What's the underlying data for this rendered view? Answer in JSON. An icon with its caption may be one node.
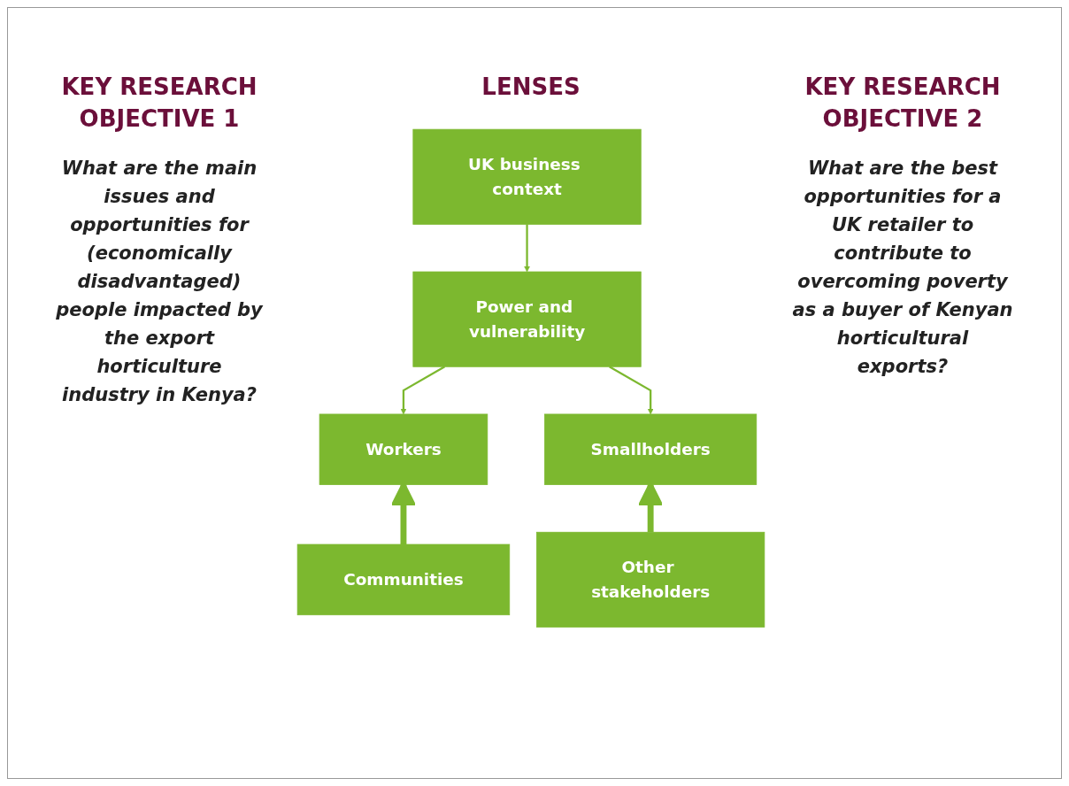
{
  "diagram": {
    "nodes": [
      {
        "text": [
          "UK business context"
        ]
      },
      {
        "text": [
          "Power and vulnerability"
        ]
      },
      {
        "text": [
          "Workers"
        ]
      },
      {
        "text": [
          "Smallholders"
        ]
      },
      {
        "text": [
          "Communities"
        ]
      },
      {
        "text": [
          "Other stakeholders"
        ]
      }
    ],
    "edges": [
      {
        "from": 0,
        "to": 1,
        "arrow": "to"
      },
      {
        "from": 1,
        "to": 2,
        "arrow": "to"
      },
      {
        "from": 1,
        "to": 3,
        "arrow": "to"
      },
      {
        "from": 4,
        "to": 2,
        "arrow": "to",
        "style": "thick"
      },
      {
        "from": 5,
        "to": 3,
        "arrow": "to",
        "style": "thick"
      }
    ],
    "labels": [
      "KEY RESEARCH OBJECTIVE 1",
      "What are the main issues and opportunities for (economically disadvantaged) people impacted by the export horticulture industry in Kenya?",
      "LENSES",
      "KEY RESEARCH OBJECTIVE 2",
      "What are the best opportunities for a UK retailer to contribute to overcoming poverty as a buyer of Kenyan horticultural exports?"
    ]
  }
}
